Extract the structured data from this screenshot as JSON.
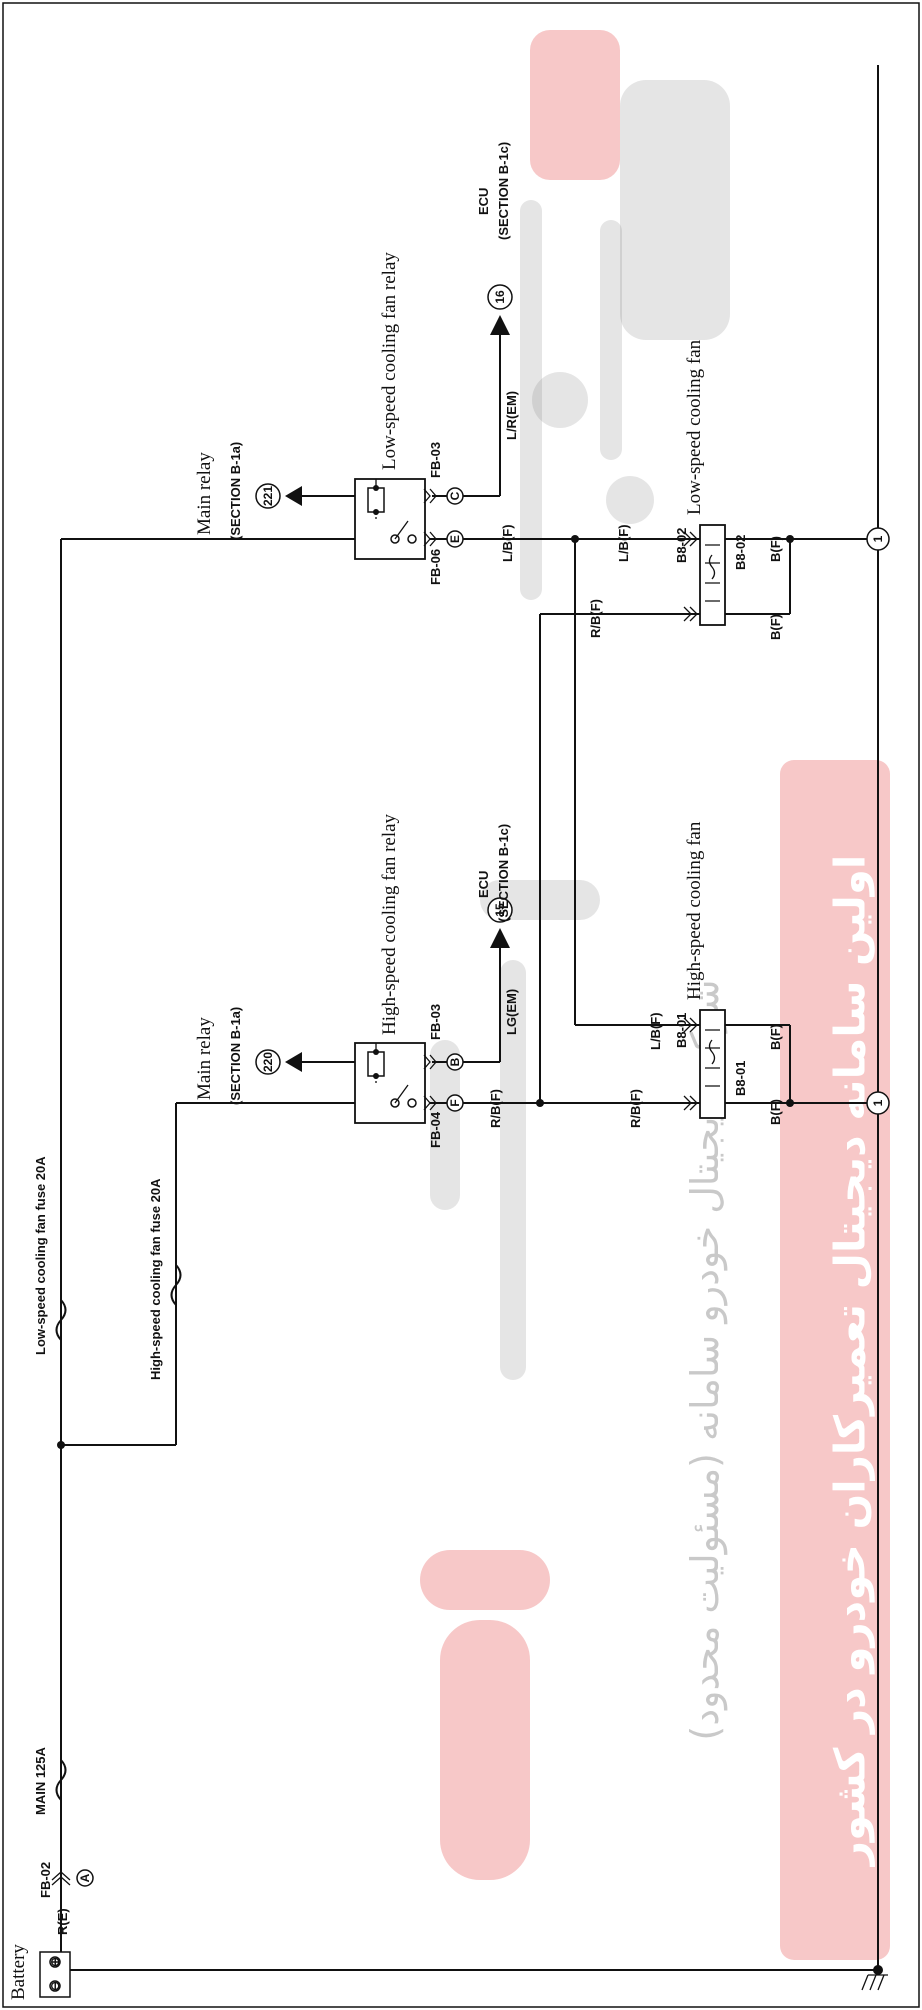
{
  "battery": {
    "label": "Battery",
    "plus": "⊕",
    "minus": "⊖"
  },
  "wires": {
    "battery_main": "R(E)",
    "lo_relay_to_fan": "L/B(F)",
    "lo_relay_to_fan_2": "L/B(F)",
    "lo_ecu": "L/R(EM)",
    "hi_ecu": "LG(EM)",
    "hi_relay_out": "R/B(F)",
    "hi_relay_out_2": "R/B(F)",
    "rb_cross": "R/B(F)",
    "lb_cross": "L/B(F)",
    "hi_fan_ground_a": "B(F)",
    "hi_fan_ground_b": "B(F)",
    "lo_fan_ground_a": "B(F)",
    "lo_fan_ground_b": "B(F)"
  },
  "connectors": {
    "fb02": "FB-02",
    "fb02_pin": "A",
    "fb04": "FB-04",
    "fb04_pin": "F",
    "fb03_hi": "FB-03",
    "fb03_hi_pin": "B",
    "fb06": "FB-06",
    "fb06_pin": "E",
    "fb03_lo": "FB-03",
    "fb03_lo_pin": "C",
    "b801_top": "B8-01",
    "b801_bot": "B8-01",
    "b802_top": "B8-02",
    "b802_bot": "B8-02"
  },
  "fuses": {
    "main": "MAIN 125A",
    "high": "High-speed cooling fan  fuse 20A",
    "low": "Low-speed cooling fan  fuse 20A"
  },
  "relays": {
    "high": "High-speed cooling fan relay",
    "low": "Low-speed cooling fan relay",
    "main_relay": "Main relay",
    "main_relay_section": "(SECTION B-1a)",
    "main_relay_2": "Main relay",
    "main_relay_section_2": "(SECTION B-1a)",
    "main_relay_hi_num": "220",
    "main_relay_lo_num": "221"
  },
  "ecu": {
    "label": "ECU",
    "section": "(SECTION B-1c)",
    "label_2": "ECU",
    "section_2": "(SECTION B-1c)",
    "hi_num": "15",
    "lo_num": "16"
  },
  "fans": {
    "high": "High-speed cooling fan",
    "low": "Low-speed cooling fan"
  },
  "grounds": {
    "hi_num": "1",
    "lo_num": "1"
  },
  "watermark": {
    "line1": "اولین سامانه دیجیتال تعمیرکاران خودرو در کشور",
    "line2": "شرکت دیجیتال خودرو سامانه (مسئولیت محدود)",
    "brand": "دیجیتال خودرو"
  },
  "colors": {
    "wire": "#111111",
    "watermark_red": "#e23b3b"
  }
}
